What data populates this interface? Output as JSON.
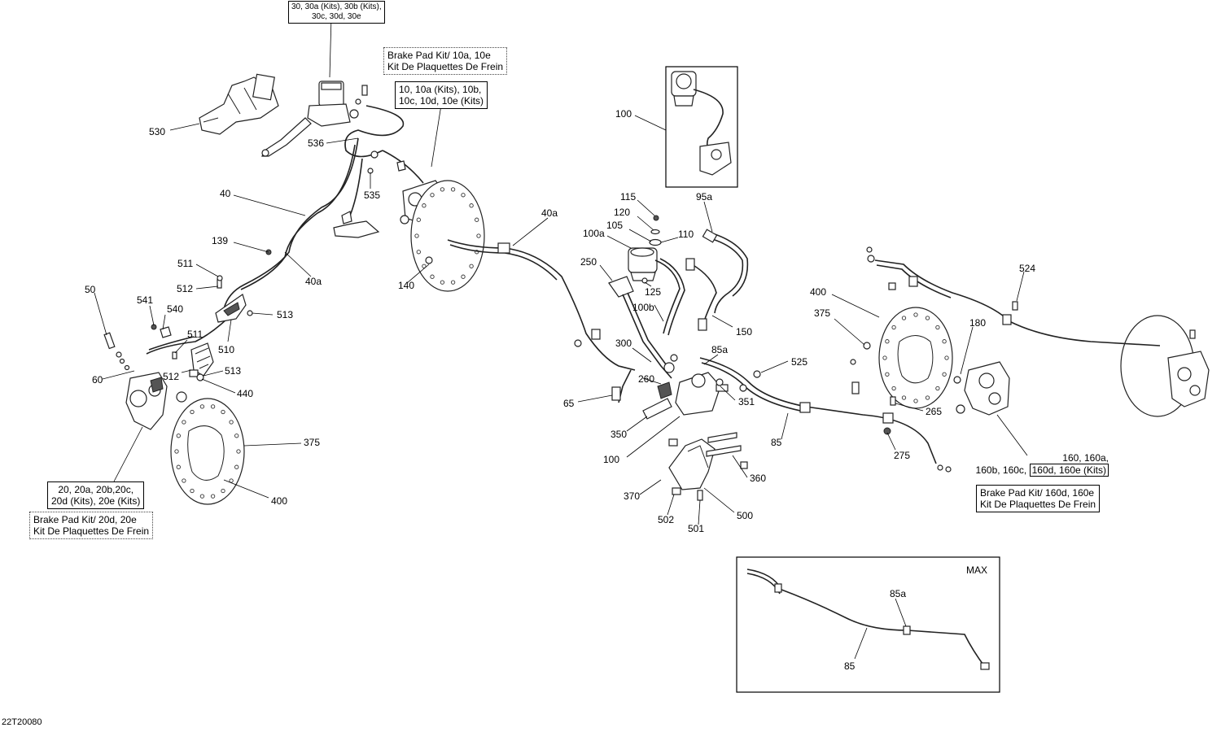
{
  "diagram_code": "22T20080",
  "boxes": {
    "master_cyl_kit": [
      "30, 30a (Kits), 30b (Kits),",
      "30c, 30d, 30e"
    ],
    "front_pad_kit": [
      "Brake Pad Kit/ 10a, 10e",
      "Kit De Plaquettes De Frein"
    ],
    "front_caliper_kit": [
      "10, 10a (Kits), 10b,",
      "10c, 10d, 10e (Kits)"
    ],
    "left_caliper_kit": [
      "20, 20a, 20b,20c,",
      "20d (Kits), 20e (Kits)"
    ],
    "left_pad_kit": [
      "Brake Pad Kit/ 20d, 20e",
      "Kit De Plaquettes De Frein"
    ],
    "rear_caliper_kit_a": "160, 160a,",
    "rear_caliper_kit_b": "160b, 160c,",
    "rear_caliper_kit_c": "160d, 160e (Kits)",
    "rear_pad_kit": [
      "Brake Pad Kit/ 160d, 160e",
      "Kit De Plaquettes De Frein"
    ],
    "max_title": "MAX"
  },
  "callouts": [
    {
      "id": "c530",
      "text": "530"
    },
    {
      "id": "c536",
      "text": "536"
    },
    {
      "id": "c535",
      "text": "535"
    },
    {
      "id": "c40",
      "text": "40"
    },
    {
      "id": "c139",
      "text": "139"
    },
    {
      "id": "c40a_l",
      "text": "40a"
    },
    {
      "id": "c511a",
      "text": "511"
    },
    {
      "id": "c512a",
      "text": "512"
    },
    {
      "id": "c541",
      "text": "541"
    },
    {
      "id": "c540",
      "text": "540"
    },
    {
      "id": "c513a",
      "text": "513"
    },
    {
      "id": "c50",
      "text": "50"
    },
    {
      "id": "c511b",
      "text": "511"
    },
    {
      "id": "c510",
      "text": "510"
    },
    {
      "id": "c60",
      "text": "60"
    },
    {
      "id": "c512b",
      "text": "512"
    },
    {
      "id": "c513b",
      "text": "513"
    },
    {
      "id": "c440",
      "text": "440"
    },
    {
      "id": "c375l",
      "text": "375"
    },
    {
      "id": "c400l",
      "text": "400"
    },
    {
      "id": "c140",
      "text": "140"
    },
    {
      "id": "c40a_r",
      "text": "40a"
    },
    {
      "id": "c100top",
      "text": "100"
    },
    {
      "id": "c95a",
      "text": "95a"
    },
    {
      "id": "c115",
      "text": "115"
    },
    {
      "id": "c120",
      "text": "120"
    },
    {
      "id": "c105",
      "text": "105"
    },
    {
      "id": "c110",
      "text": "110"
    },
    {
      "id": "c100a",
      "text": "100a"
    },
    {
      "id": "c250",
      "text": "250"
    },
    {
      "id": "c125",
      "text": "125"
    },
    {
      "id": "c100b",
      "text": "100b"
    },
    {
      "id": "c150",
      "text": "150"
    },
    {
      "id": "c300",
      "text": "300"
    },
    {
      "id": "c85a",
      "text": "85a"
    },
    {
      "id": "c260",
      "text": "260"
    },
    {
      "id": "c65",
      "text": "65"
    },
    {
      "id": "c351",
      "text": "351"
    },
    {
      "id": "c350",
      "text": "350"
    },
    {
      "id": "c100mid",
      "text": "100"
    },
    {
      "id": "c85",
      "text": "85"
    },
    {
      "id": "c360",
      "text": "360"
    },
    {
      "id": "c370",
      "text": "370"
    },
    {
      "id": "c500",
      "text": "500"
    },
    {
      "id": "c502",
      "text": "502"
    },
    {
      "id": "c501",
      "text": "501"
    },
    {
      "id": "c525",
      "text": "525"
    },
    {
      "id": "c400r",
      "text": "400"
    },
    {
      "id": "c375r",
      "text": "375"
    },
    {
      "id": "c180",
      "text": "180"
    },
    {
      "id": "c265",
      "text": "265"
    },
    {
      "id": "c275",
      "text": "275"
    },
    {
      "id": "c524",
      "text": "524"
    },
    {
      "id": "c85a_max",
      "text": "85a"
    },
    {
      "id": "c85_max",
      "text": "85"
    }
  ]
}
